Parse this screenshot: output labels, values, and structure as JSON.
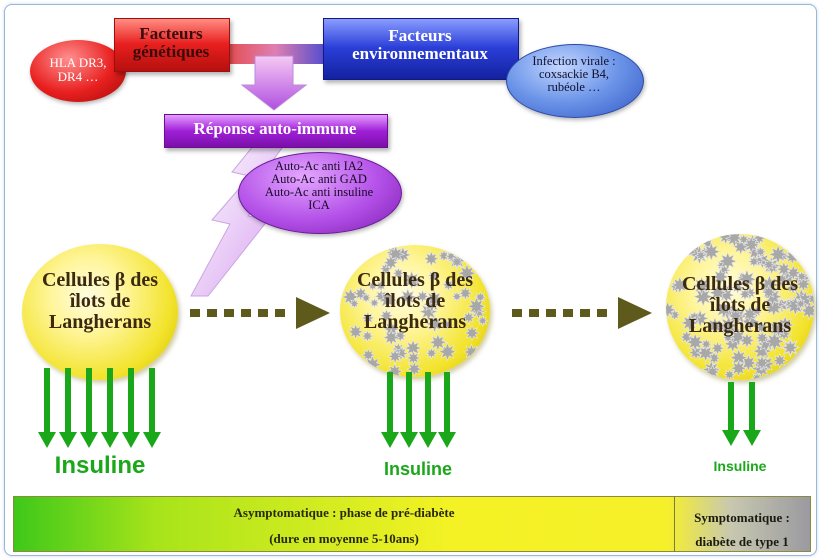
{
  "factors": {
    "genetic": {
      "line1": "Facteurs",
      "line2": "génétiques",
      "color": "#e8201f"
    },
    "genetic_examples": {
      "line1": "HLA DR3,",
      "line2": "DR4 …",
      "color": "#e8201f"
    },
    "environmental": {
      "line1": "Facteurs",
      "line2": "environnementaux",
      "color": "#2a3ed8"
    },
    "environmental_examples": {
      "line1": "Infection virale :",
      "line2": "coxsackie B4,",
      "line3": "rubéole …",
      "color": "#4a78d8"
    }
  },
  "autoimmune": {
    "title": "Réponse auto-immune",
    "color": "#a020d8",
    "antibodies": [
      "Auto-Ac anti IA2",
      "Auto-Ac anti GAD",
      "Auto-Ac anti insuline",
      "ICA"
    ]
  },
  "stages": [
    {
      "line1": "Cellules β des",
      "line2": "îlots de",
      "line3": "Langherans",
      "insulin": "Insuline",
      "insulin_arrows": 6
    },
    {
      "line1": "Cellules β des",
      "line2": "îlots de",
      "line3": "Langherans",
      "insulin": "Insuline",
      "insulin_arrows": 4
    },
    {
      "line1": "Cellules β des",
      "line2": "îlots de",
      "line3": "Langherans",
      "insulin": "Insuline",
      "insulin_arrows": 2
    }
  ],
  "timeline": {
    "phase1_line1": "Asymptomatique : phase de pré-diabète",
    "phase1_line2": "(dure en moyenne 5-10ans)",
    "phase2_line1": "Symptomatique :",
    "phase2_line2": "diabète de type 1"
  },
  "colors": {
    "cell": "#f2e32a",
    "insulin": "#1aa81a",
    "progress_arrow": "#5e5a1c"
  }
}
